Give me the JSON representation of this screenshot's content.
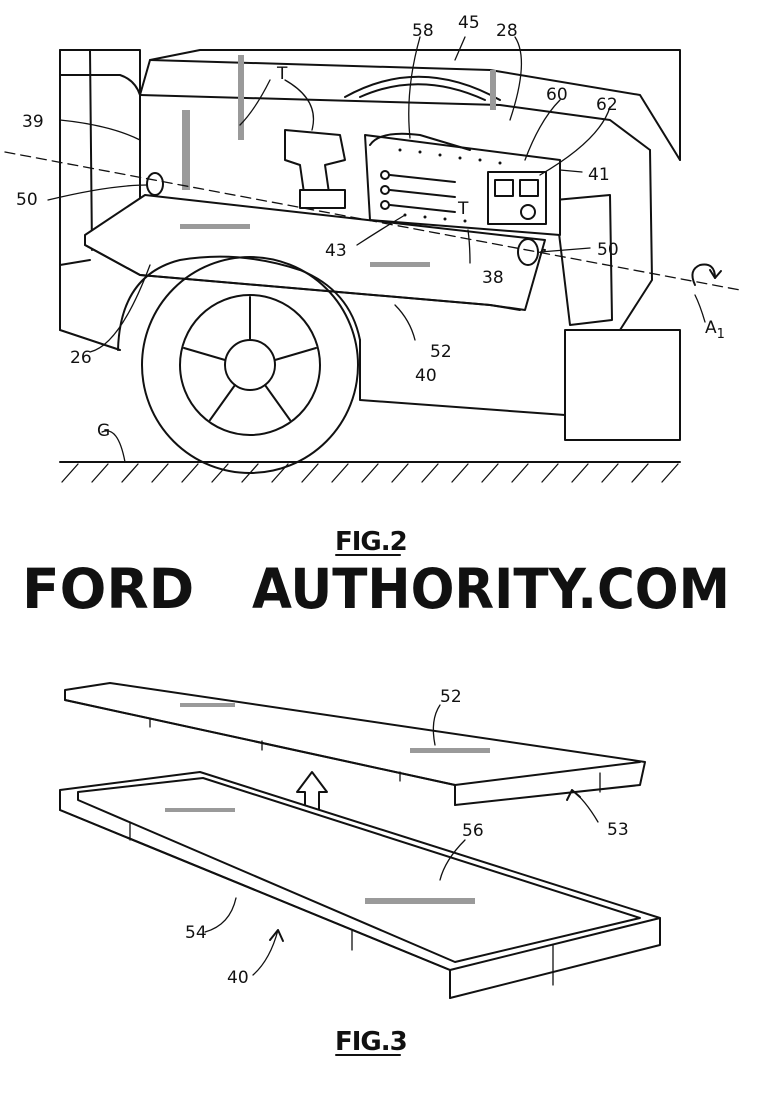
{
  "figures": [
    {
      "caption": "FIG.2",
      "labels": [
        "58",
        "45",
        "28",
        "T",
        "39",
        "60",
        "62",
        "41",
        "50",
        "43",
        "T",
        "50",
        "38",
        "26",
        "52",
        "40",
        "A1",
        "G"
      ]
    },
    {
      "caption": "FIG.3",
      "labels": [
        "52",
        "53",
        "56",
        "54",
        "40"
      ]
    }
  ],
  "watermark": {
    "part1": "FORD",
    "part2": "AUTHORITY.COM",
    "color_part1": "#555555",
    "color_part2": "#666666"
  }
}
